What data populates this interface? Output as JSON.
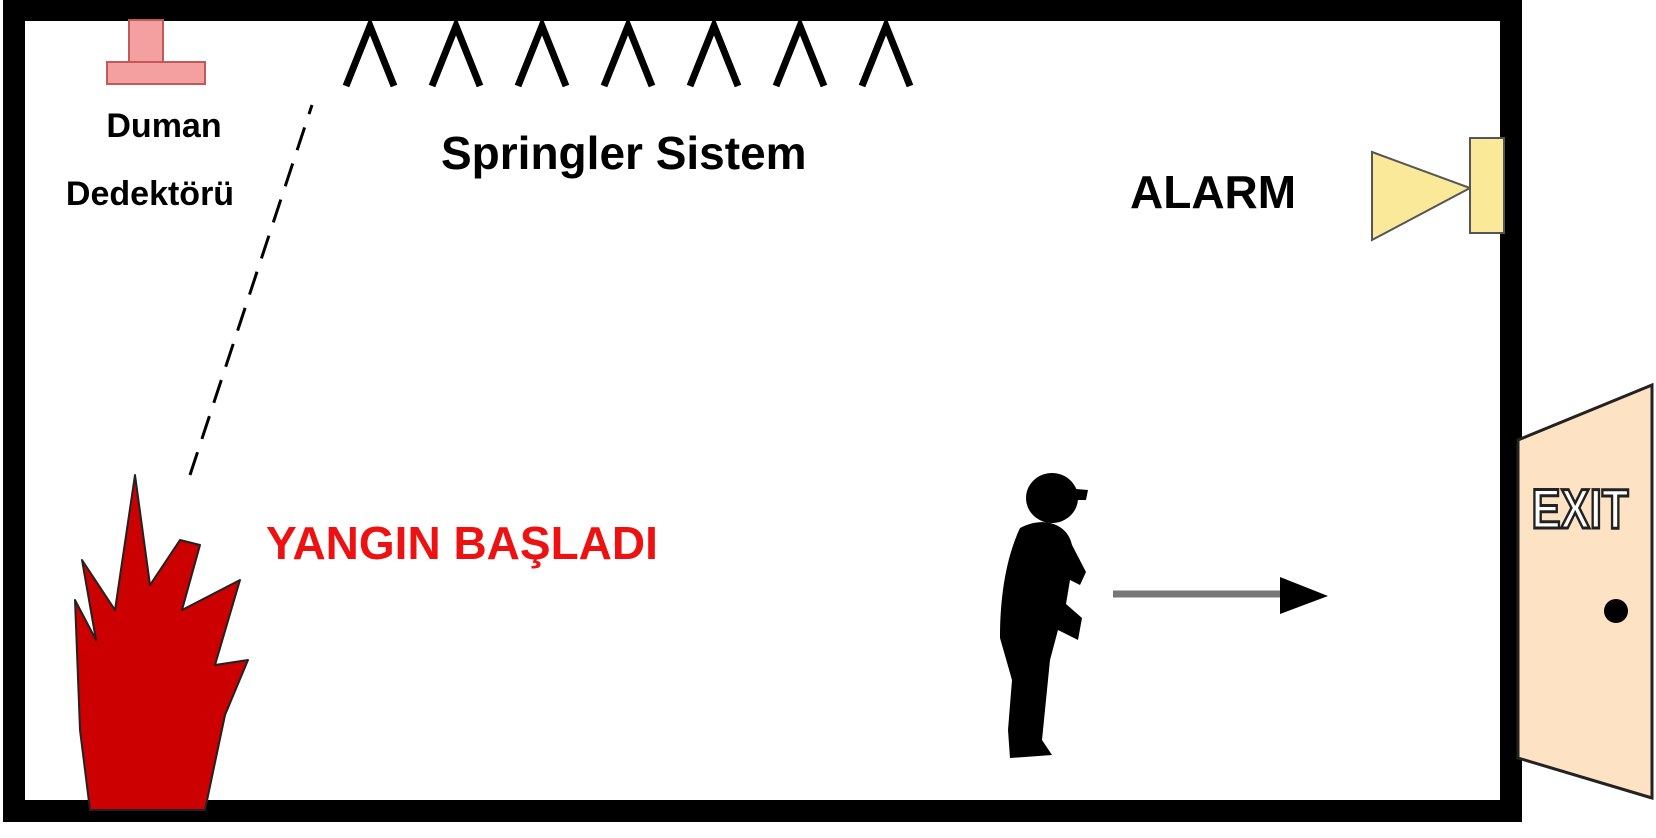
{
  "labels": {
    "smoke_detector_line1": "Duman",
    "smoke_detector_line2": "Dedektörü",
    "sprinkler": "Springler Sistem",
    "alarm": "ALARM",
    "fire_started": "YANGIN BAŞLADI",
    "exit_sign": "EXIT"
  },
  "sprinkler_heads": 7,
  "colors": {
    "wall": "#000000",
    "detector": "#f4a0a0",
    "alarm_horn": "#fbe99a",
    "fire": "#cc0000",
    "fire_text": "#ee1111",
    "door": "#fde2c4",
    "arrow": "#777777",
    "person": "#000000"
  },
  "icons": {
    "detector": "smoke-detector-icon",
    "sprinkler": "sprinkler-head-icon",
    "alarm": "alarm-horn-icon",
    "fire": "fire-icon",
    "person": "walking-person-icon",
    "arrow": "arrow-right-icon",
    "door": "exit-door-icon"
  }
}
